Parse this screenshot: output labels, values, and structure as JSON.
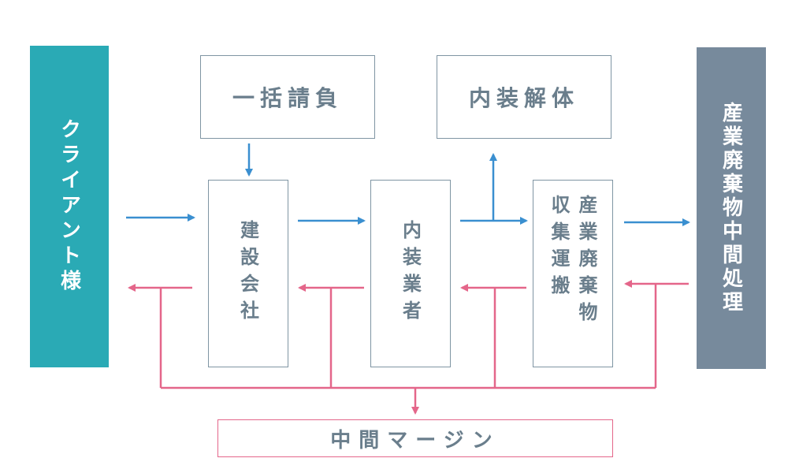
{
  "client_label": "クライアント様",
  "processor_label": "産業廃棄物中間処理",
  "general_contractor_label": "一括請負",
  "demolition_label": "内装解体",
  "construction_company_label": "建設会社",
  "interior_contractor_label": "内装業者",
  "waste_transport_label": "産業廃棄物収集運搬",
  "intermediate_margin_label": "中間マージン",
  "colors": {
    "client": "#2aaab5",
    "processor": "#778a9c",
    "forward_arrow": "#3a8fd0",
    "margin_arrow": "#e4668a",
    "box_border": "#7f95a3",
    "text": "#6a7e8c"
  }
}
